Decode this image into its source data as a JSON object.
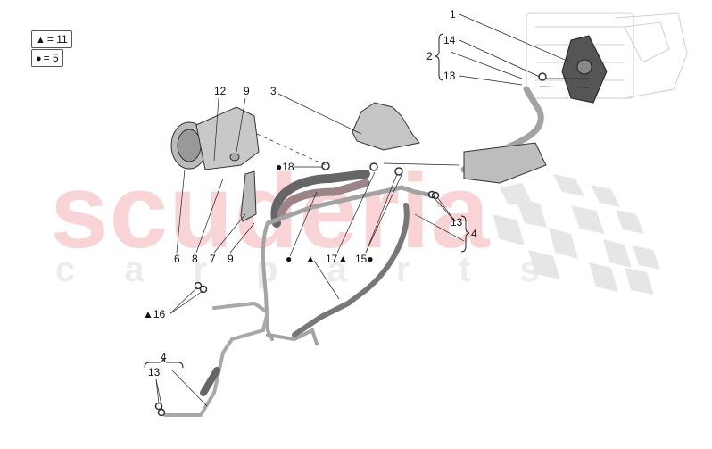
{
  "legend": {
    "triangle": {
      "symbol": "▲",
      "text": "= 11"
    },
    "circle": {
      "symbol": "●",
      "text": "= 5"
    }
  },
  "watermark": {
    "line1": "scuderia",
    "line2": "carparts",
    "color_primary": "#f9d4d6",
    "color_secondary": "#ececec"
  },
  "callouts": {
    "c1": "1",
    "c2": "2",
    "c14": "14",
    "c13_top": "13",
    "c3": "3",
    "c12": "12",
    "c9_top": "9",
    "c18": "●18",
    "c6": "6",
    "c8": "8",
    "c7": "7",
    "c9_bottom": "9",
    "c_circle": "●",
    "c_triangle": "▲",
    "c17": "17▲",
    "c15": "15●",
    "c13_right": "13",
    "c4_right": "4",
    "c16": "▲16",
    "c4_bottom": "4",
    "c13_bottom": "13"
  },
  "colors": {
    "line": "#222222",
    "pipe": "#9a9a9a",
    "pipe_dark": "#555555",
    "hose_tint": "#b79a9c",
    "checker": "#e6e6e6"
  }
}
